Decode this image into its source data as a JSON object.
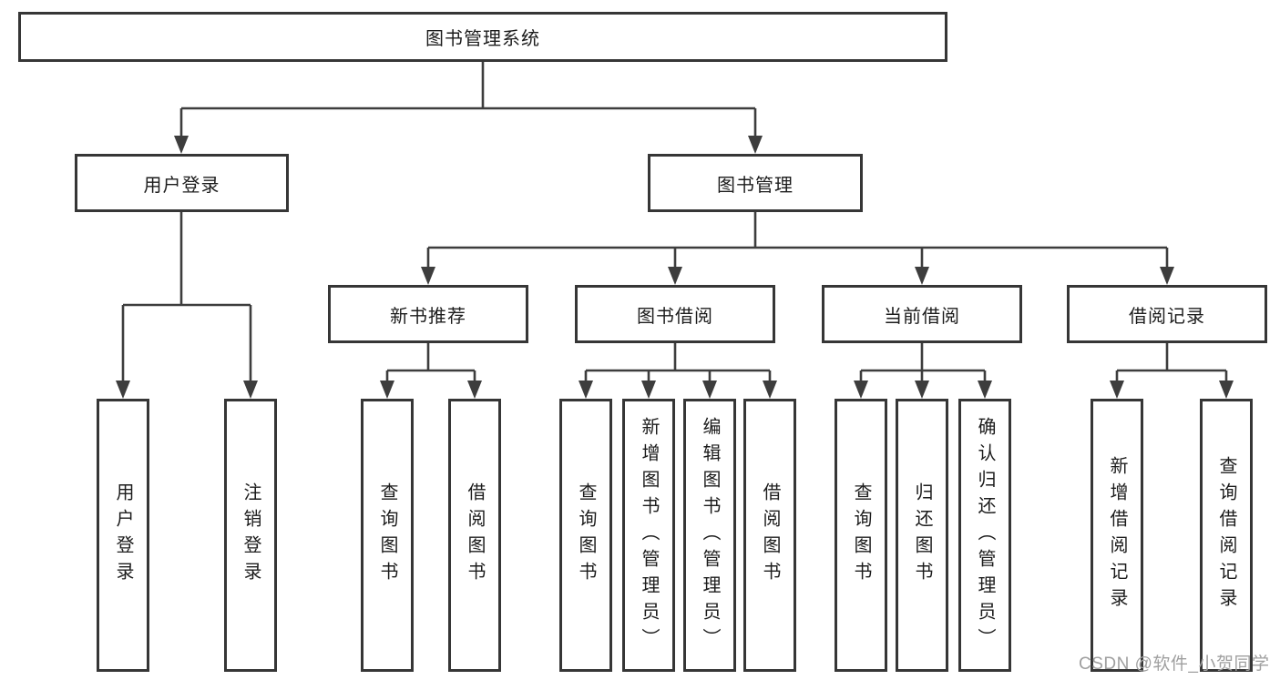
{
  "diagram": {
    "root": {
      "label": "图书管理系统"
    },
    "level2": [
      {
        "label": "用户登录",
        "parent": "图书管理系统"
      },
      {
        "label": "图书管理",
        "parent": "图书管理系统"
      }
    ],
    "level3": [
      {
        "label": "新书推荐",
        "parent": "图书管理"
      },
      {
        "label": "图书借阅",
        "parent": "图书管理"
      },
      {
        "label": "当前借阅",
        "parent": "图书管理"
      },
      {
        "label": "借阅记录",
        "parent": "图书管理"
      }
    ],
    "leaves": [
      {
        "label": "用户登录",
        "parent": "用户登录"
      },
      {
        "label": "注销登录",
        "parent": "用户登录"
      },
      {
        "label": "查询图书",
        "parent": "新书推荐"
      },
      {
        "label": "借阅图书",
        "parent": "新书推荐"
      },
      {
        "label": "查询图书",
        "parent": "图书借阅"
      },
      {
        "label": "新增图书（管理员）",
        "parent": "图书借阅"
      },
      {
        "label": "编辑图书（管理员）",
        "parent": "图书借阅"
      },
      {
        "label": "借阅图书",
        "parent": "图书借阅"
      },
      {
        "label": "查询图书",
        "parent": "当前借阅"
      },
      {
        "label": "归还图书",
        "parent": "当前借阅"
      },
      {
        "label": "确认归还（管理员）",
        "parent": "当前借阅"
      },
      {
        "label": "新增借阅记录",
        "parent": "借阅记录"
      },
      {
        "label": "查询借阅记录",
        "parent": "借阅记录"
      }
    ]
  },
  "watermark": {
    "text": "CSDN @软件_小贺同学"
  },
  "colors": {
    "line": "#3d3d3d",
    "box_border": "#363636",
    "box_fill": "#ffffff",
    "text": "#1c1c1c",
    "background": "#ffffff",
    "watermark": "#9f9f9f"
  }
}
